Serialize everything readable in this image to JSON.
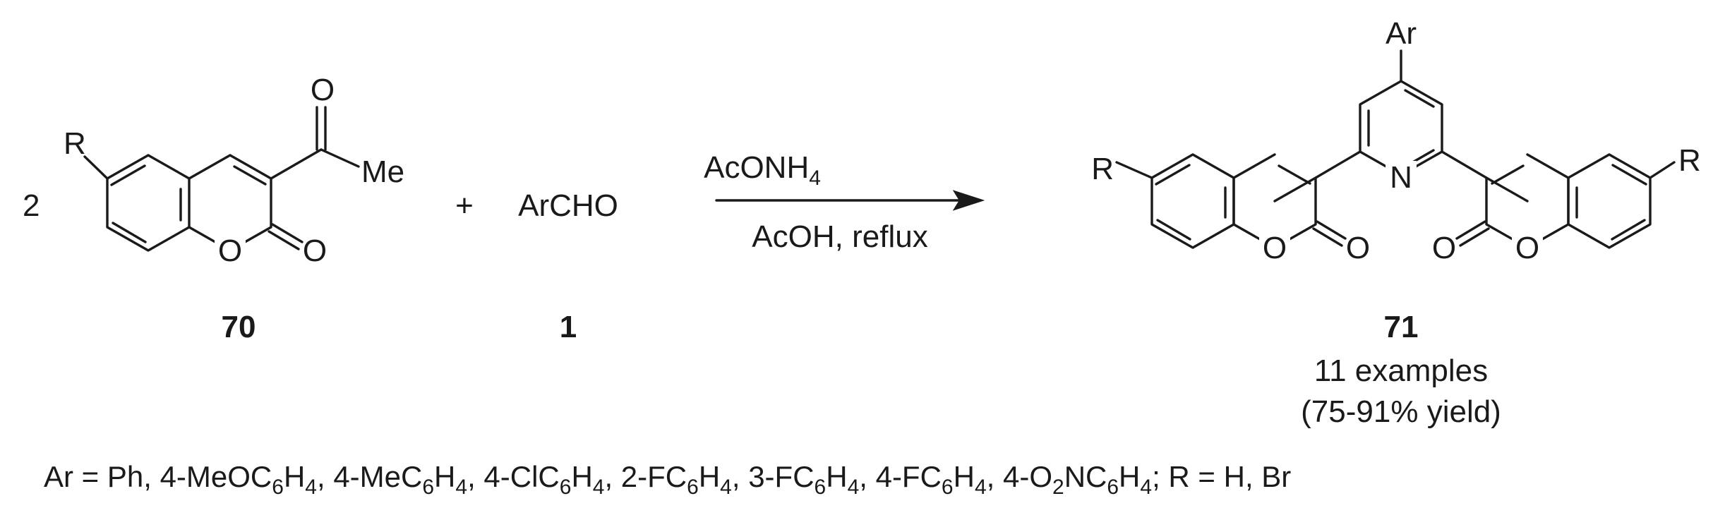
{
  "reactant_coefficient": "2",
  "reactant_70": {
    "substituent_r": "R",
    "ring_oxygen": "O",
    "carbonyl_oxygen": "O",
    "acetyl_oxygen": "O",
    "methyl": "Me",
    "compound_number": "70"
  },
  "plus_sign": "+",
  "reactant_1": {
    "formula": "ArCHO",
    "compound_number": "1"
  },
  "conditions": {
    "reagent_main": "AcONH",
    "reagent_subscript": "4",
    "solvent": "AcOH, reflux"
  },
  "product_71": {
    "aryl_group": "Ar",
    "pyridine_nitrogen": "N",
    "substituent_left": "R",
    "substituent_right": "R",
    "oxygen_left_ring": "O",
    "oxygen_left_carbonyl": "O",
    "oxygen_right_carbonyl": "O",
    "oxygen_right_ring": "O",
    "compound_number": "71",
    "examples": "11 examples",
    "yield": "(75-91% yield)"
  },
  "legend": {
    "p01": "Ar = Ph, 4-MeOC",
    "s01": "6",
    "p02": "H",
    "s02": "4",
    "p03": ", 4-MeC",
    "s03": "6",
    "p04": "H",
    "s04": "4",
    "p05": ", 4-ClC",
    "s05": "6",
    "p06": "H",
    "s06": "4",
    "p07": ", 2-FC",
    "s07": "6",
    "p08": "H",
    "s08": "4",
    "p09": ", 3-FC",
    "s09": "6",
    "p10": "H",
    "s10": "4",
    "p11": ", 4-FC",
    "s11": "6",
    "p12": "H",
    "s12": "4",
    "p13": ", 4-O",
    "s13": "2",
    "p14": "NC",
    "s14": "6",
    "p15": "H",
    "s15": "4",
    "p16": "; R = H, Br"
  }
}
